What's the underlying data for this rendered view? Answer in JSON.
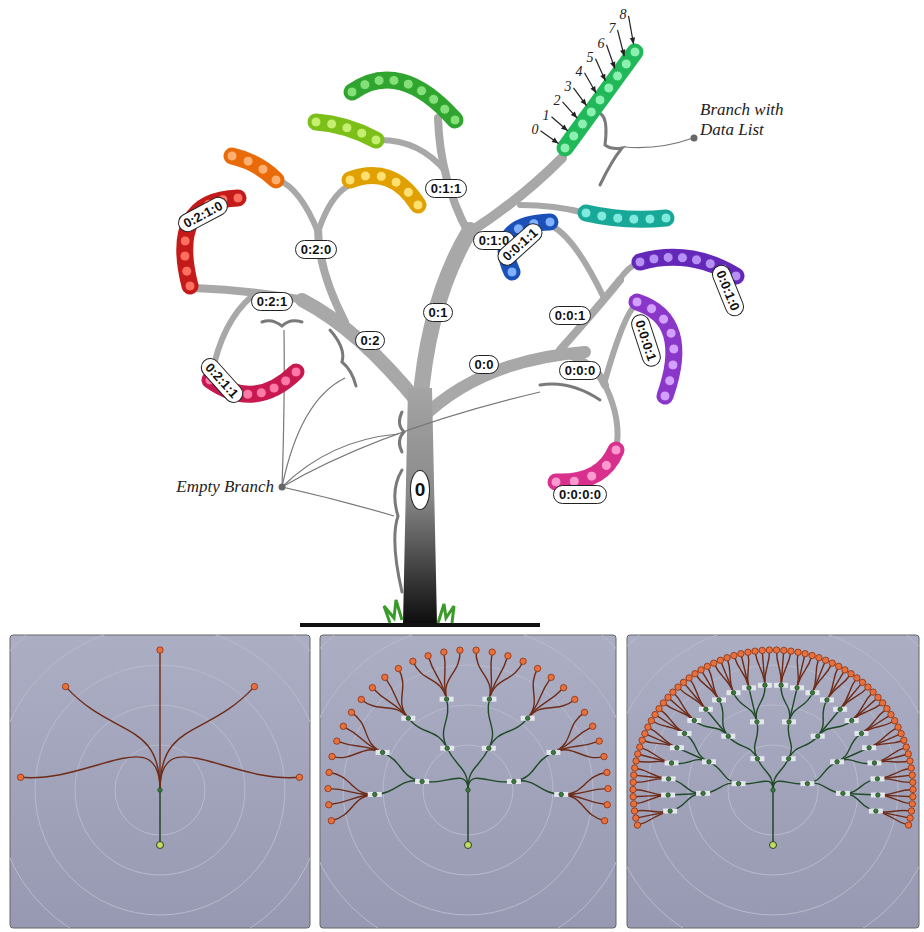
{
  "diagram": {
    "nodes": [
      {
        "text": [
          "0:1:1"
        ]
      },
      {
        "text": [
          "0:1:0"
        ]
      },
      {
        "text": [
          "0:0:1:1"
        ]
      },
      {
        "text": [
          "0:2:1:0"
        ]
      },
      {
        "text": [
          "0:2:0"
        ]
      },
      {
        "text": [
          "0:0:1:0"
        ]
      },
      {
        "text": [
          "0:2:1"
        ]
      },
      {
        "text": [
          "0:1"
        ]
      },
      {
        "text": [
          "0:0:1"
        ]
      },
      {
        "text": [
          "0:0:0:1"
        ]
      },
      {
        "text": [
          "0:2"
        ]
      },
      {
        "text": [
          "0:0"
        ]
      },
      {
        "text": [
          "0:0:0"
        ]
      },
      {
        "text": [
          "0:2:1:1"
        ]
      },
      {
        "text": [
          "0:0:0:0"
        ]
      },
      {
        "text": [
          "0"
        ]
      }
    ],
    "labels": [
      "Branch with Data List",
      "0",
      "1",
      "2",
      "3",
      "4",
      "5",
      "6",
      "7",
      "8",
      "Empty Branch"
    ]
  }
}
